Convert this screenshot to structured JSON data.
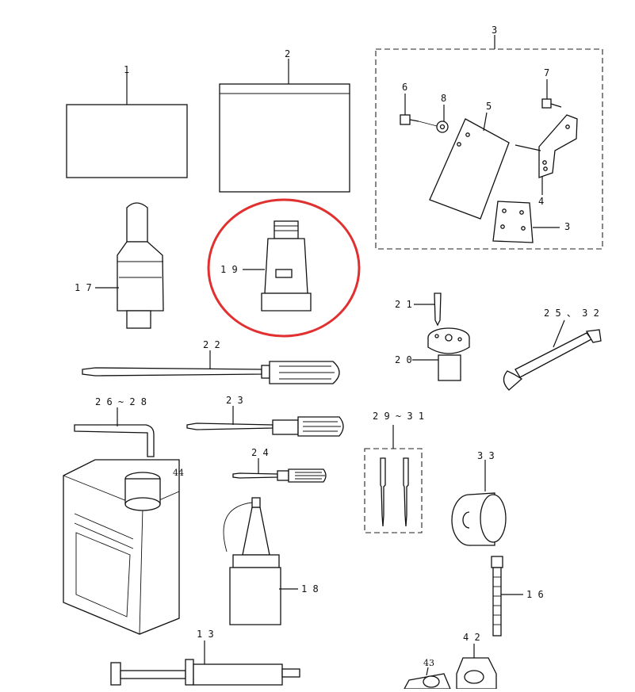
{
  "labels": {
    "p1": "1",
    "p2": "2",
    "p3_group": "3",
    "p3_plate": "3",
    "p4": "4",
    "p5": "5",
    "p6": "6",
    "p7": "7",
    "p8": "8",
    "p13": "1 3",
    "p16": "1 6",
    "p17": "1 7",
    "p18": "1 8",
    "p19": "1 9",
    "p20": "2 0",
    "p21": "2 1",
    "p22": "2 2",
    "p23": "2 3",
    "p24": "2 4",
    "p25_32": "2 5 、 3 2",
    "p26_28": "2 6 ~ 2 8",
    "p29_31": "2 9 ~ 3 1",
    "p33": "3 3",
    "p42": "4 2",
    "p43": "43",
    "p44": "44"
  },
  "highlight_color": "#e03030",
  "highlighted_part": "1 9"
}
